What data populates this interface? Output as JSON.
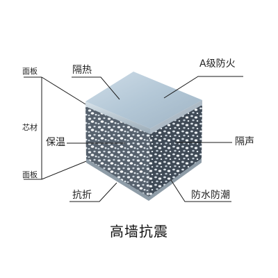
{
  "labels": {
    "panel_top": "面板",
    "core": "芯材",
    "panel_bottom": "面板",
    "heat_insulation": "隔热",
    "fire_class": "A级防火",
    "thermal_insulation": "保温",
    "sound_insulation": "隔声",
    "bending": "抗折",
    "waterproof": "防水防潮"
  },
  "caption": "高墙抗震",
  "colors": {
    "top_face": "#b9cbd8",
    "front_face": "#5f6b78",
    "right_face": "#44505d",
    "leader_line": "#1a1a1a"
  }
}
